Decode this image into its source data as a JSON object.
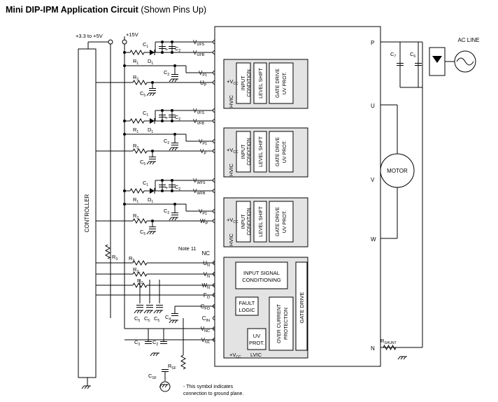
{
  "title": {
    "bold": "Mini DIP-IPM Application Circuit",
    "suffix": "(Shown Pins Up)"
  },
  "supply": {
    "logic": "+3.3 to +5V",
    "gate": "+15V"
  },
  "controller_label": "CONTROLLER",
  "note": "Note 11",
  "phases": [
    {
      "vfs": [
        "V",
        "UFS"
      ],
      "vfb": [
        "V",
        "UFB"
      ],
      "vp1": [
        "V",
        "P1"
      ],
      "in": [
        "U",
        "P"
      ]
    },
    {
      "vfs": [
        "V",
        "VFS"
      ],
      "vfb": [
        "V",
        "VFB"
      ],
      "vp1": [
        "V",
        "P1"
      ],
      "in": [
        "V",
        "P"
      ]
    },
    {
      "vfs": [
        "V",
        "WFS"
      ],
      "vfb": [
        "V",
        "WFB"
      ],
      "vp1": [
        "V",
        "P1"
      ],
      "in": [
        "W",
        "P"
      ]
    }
  ],
  "hvic": {
    "vcc": [
      "+V",
      "CC"
    ],
    "name": "HVIC",
    "input": [
      "INPUT",
      "CONDITION"
    ],
    "level": "LEVEL SHIFT",
    "gate": [
      "GATE DRIVE",
      "UV PROT."
    ]
  },
  "low_pins": [
    [
      "NC",
      ""
    ],
    [
      "U",
      "N"
    ],
    [
      "V",
      "N"
    ],
    [
      "W",
      "N"
    ],
    [
      "F",
      "O"
    ],
    [
      "C",
      "FO"
    ],
    [
      "C",
      "IN"
    ],
    [
      "V",
      "NC"
    ],
    [
      "V",
      "N1"
    ]
  ],
  "lvic": {
    "isc": [
      "INPUT SIGNAL",
      "CONDITIONING"
    ],
    "fault": [
      "FAULT",
      "LOGIC"
    ],
    "occ": [
      "OVER CURRENT",
      "PROTECTION"
    ],
    "uv": [
      "UV",
      "PROT."
    ],
    "vcc": [
      "+V",
      "CC"
    ],
    "name": "LVIC",
    "gate": "GATE DRIVE"
  },
  "outputs": [
    "P",
    "U",
    "V",
    "W",
    "N"
  ],
  "motor": "MOTOR",
  "ac_line": "AC LINE",
  "shunt": [
    "R",
    "SHUNT"
  ],
  "parts": {
    "r1": [
      "R",
      "1"
    ],
    "d1": [
      "D",
      "1"
    ],
    "c1": [
      "C",
      "1"
    ],
    "c2": [
      "C",
      "2"
    ],
    "r2": [
      "R",
      "2"
    ],
    "r3": [
      "R",
      "3"
    ],
    "c3": [
      "C",
      "3"
    ],
    "c4": [
      "C",
      "4"
    ],
    "c5": [
      "C",
      "5"
    ],
    "c6": [
      "C",
      "6"
    ],
    "c7": [
      "C",
      "7"
    ],
    "rsf": [
      "R",
      "SF"
    ],
    "csf": [
      "C",
      "SF"
    ]
  },
  "ground_note": [
    "- This symbol indicates",
    "connection to ground plane."
  ]
}
